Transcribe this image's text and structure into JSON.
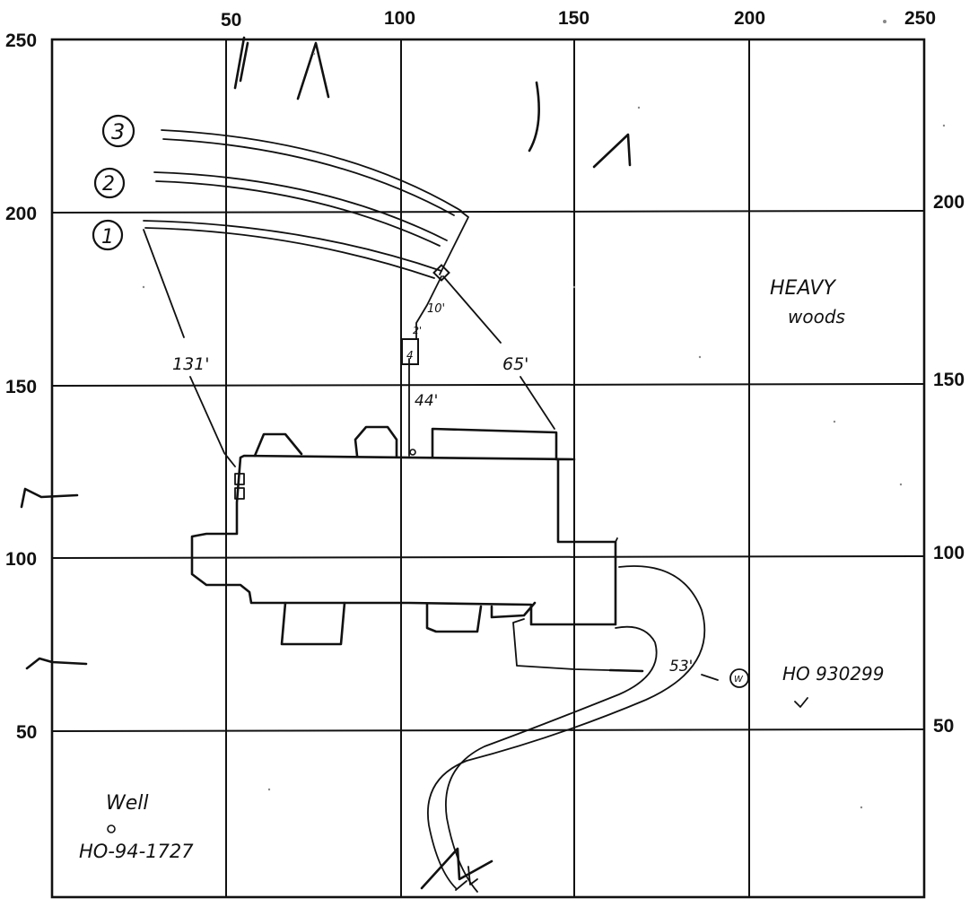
{
  "grid": {
    "top_labels": [
      "50",
      "100",
      "150",
      "200",
      "250"
    ],
    "left_labels": [
      "250",
      "200",
      "150",
      "100",
      "50"
    ],
    "right_labels": [
      "200",
      "150",
      "100",
      "50"
    ]
  },
  "notes": {
    "heavy_woods_1": "HEAVY",
    "heavy_woods_2": "woods",
    "permit_number": "HO 930299",
    "well_label": "Well",
    "well_number": "HO-94-1727"
  },
  "lines": {
    "line_1_marker": "1",
    "line_2_marker": "2",
    "line_3_marker": "3"
  },
  "measurements": {
    "dist_131": "131'",
    "dist_65": "65'",
    "dist_44": "44'",
    "dist_10": "10'",
    "dist_2": "2'",
    "dist_53": "53'"
  },
  "symbols": {
    "tank_marker": "4",
    "well_marker": "W"
  }
}
